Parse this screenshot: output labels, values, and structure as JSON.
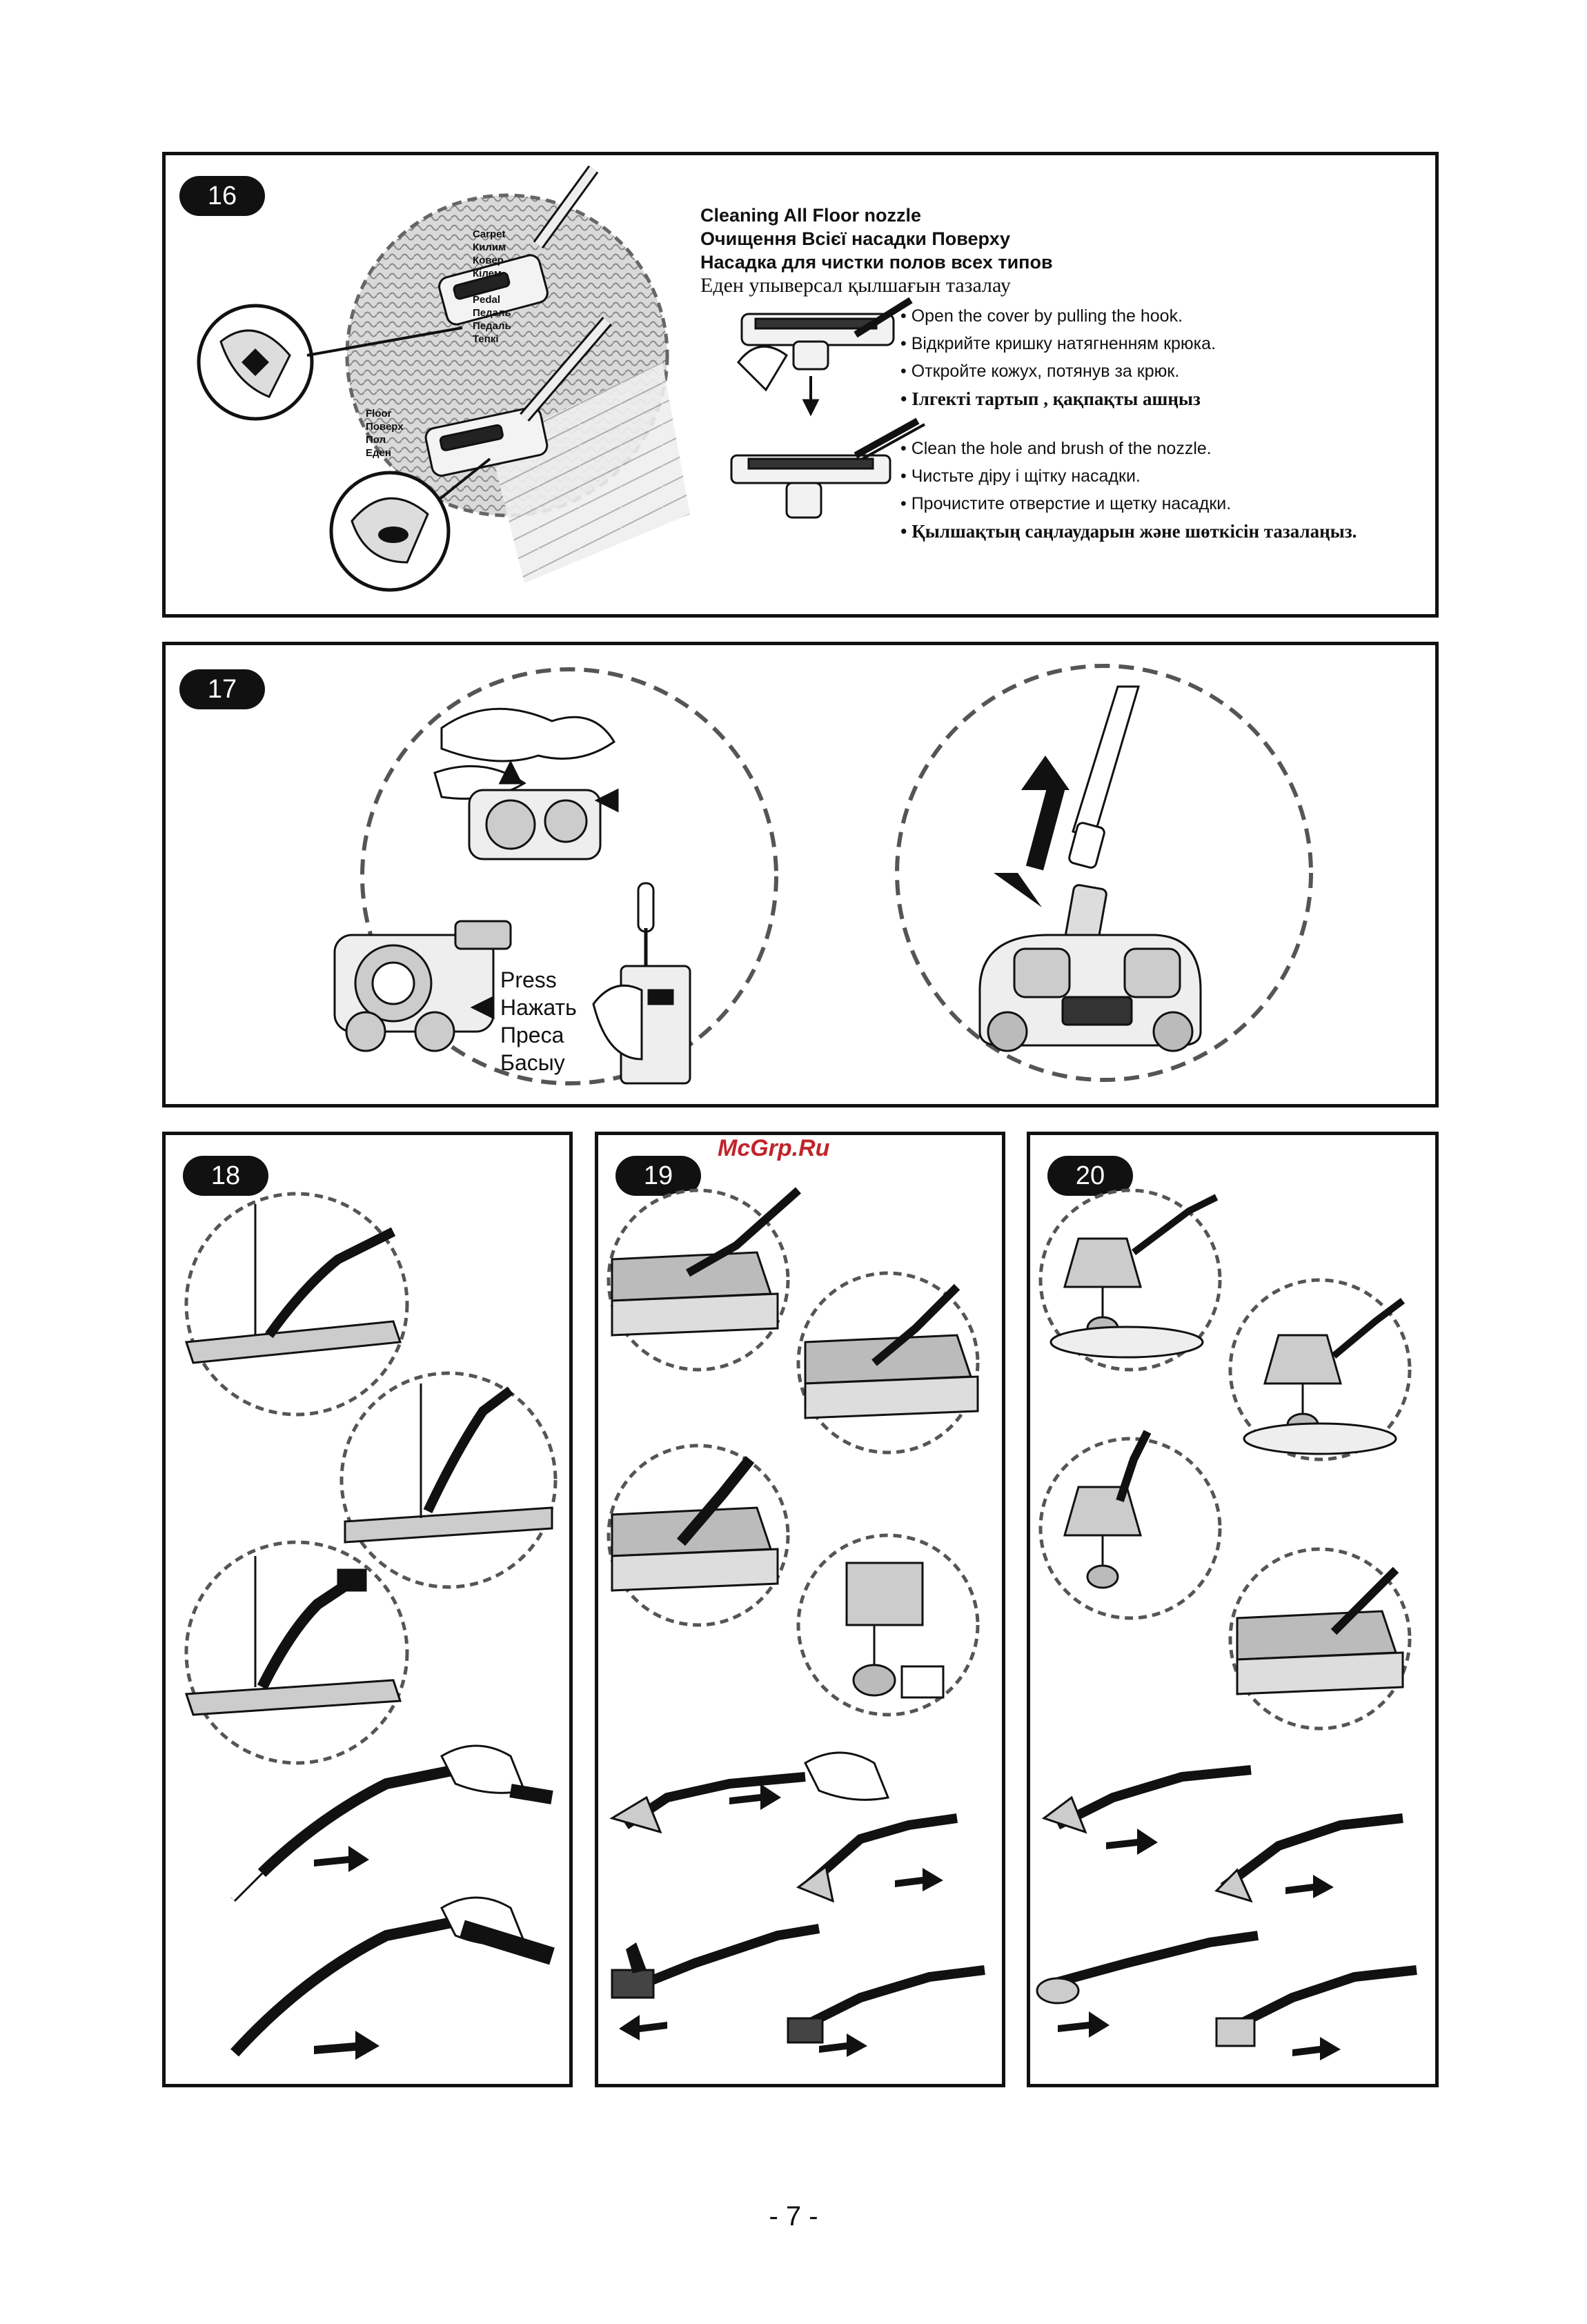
{
  "step16": {
    "number": "16",
    "title_en": "Cleaning All Floor nozzle",
    "title_uk": "Очищення Всієї насадки Поверху",
    "title_ru": "Насадка для чистки полов всех типов",
    "title_kk": "Еден упыверсал қылшағын тазалау",
    "group1": [
      "• Open the cover by pulling the hook.",
      "• Відкрийте кришку натягненням крюка.",
      "• Откройте кожух, потянув за крюк.",
      "• Ілгекті тартып , қақпақты ашңыз"
    ],
    "group2": [
      "• Clean the hole and brush of the nozzle.",
      "• Чистьте діру і щітку насадки.",
      "• Прочистите отверстие и щетку насадки.",
      "• Қылшақтың саңлаударын жəне шөткісін тазалаңыз."
    ],
    "carpet_labels": [
      "Carpet",
      "Килим",
      "Ковер",
      "Кілем"
    ],
    "pedal_labels": [
      "Pedal",
      "Педаль",
      "Педаль",
      "Тепкі"
    ],
    "floor_labels": [
      "Floor",
      "Поверх",
      "Пол",
      "Еден"
    ]
  },
  "step17": {
    "number": "17",
    "press_labels": [
      "Press",
      "Нажать",
      "Преса",
      "Басыу"
    ]
  },
  "step18": {
    "number": "18"
  },
  "step19": {
    "number": "19"
  },
  "step20": {
    "number": "20"
  },
  "watermark": "McGrp.Ru",
  "page_number": "- 7 -"
}
